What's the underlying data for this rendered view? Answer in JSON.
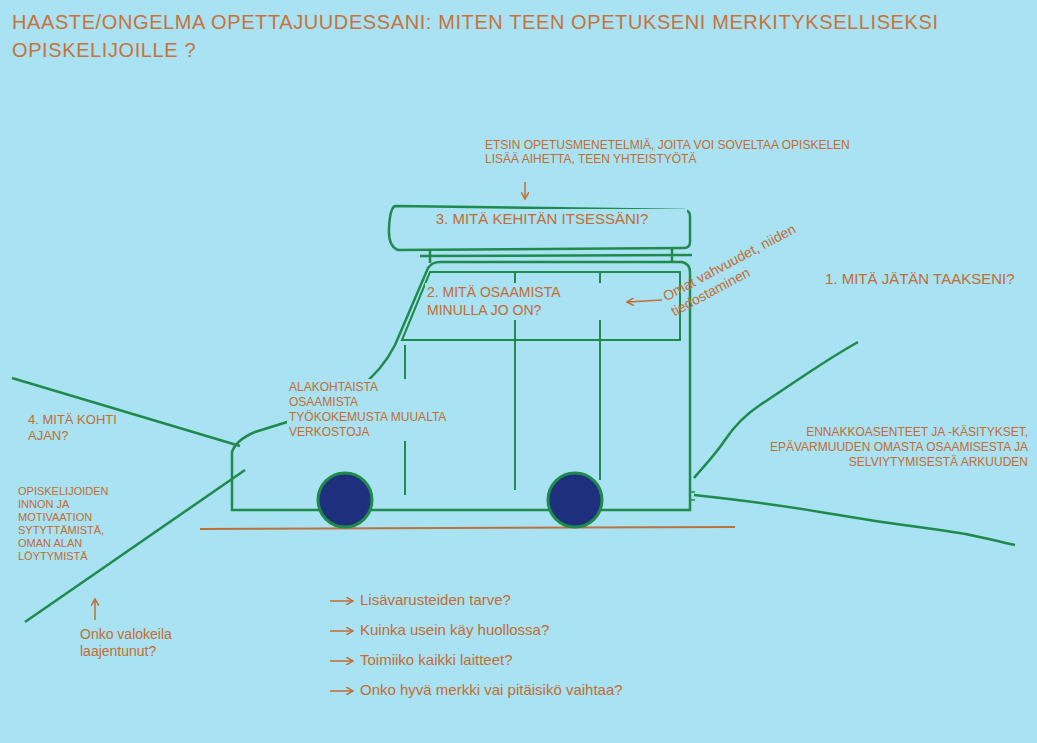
{
  "diagram": {
    "title": "HAASTE/ONGELMA OPETTAJUUDESSANI: MITEN TEEN OPETUKSENI MERKITYKSELLISEKSI OPISKELIJOILLE ?",
    "nodes": [
      {
        "text": [
          "3. MITÄ KEHITÄN ITSESSÄNI?"
        ]
      },
      {
        "text": [
          "2. MITÄ OSAAMISTA MINULLA JO ON?",
          "ALAKOHTAISTA OSAAMISTA TYÖKOKEMUSTA MUUALTA VERKOSTOJA"
        ]
      }
    ],
    "labels": [
      "ETSIN OPETUSMENETELMIÄ, JOITA VOI SOVELTAA OPISKELEN LISÄÄ AIHETTA, TEEN YHTEISTYÖTÄ",
      "Omat vahvuudet, niiden tiedostaminen",
      "1. MITÄ JÄTÄN TAAKSENI?",
      "ENNAKKOASENTEET JA -KÄSITYKSET, EPÄVARMUUDEN OMASTA OSAAMISESTA JA SELVIYTYMISESTÄ ARKUUDEN",
      "4. MITÄ KOHTI AJAN?",
      "OPISKELIJOIDEN INNON JA MOTIVAATION SYTYTTÄMISTÄ, OMAN ALAN LÖYTYMISTÄ",
      "Onko valokeila laajentunut?",
      "Lisävarusteiden tarve?",
      "Kuinka usein käy huollossa?",
      "Toimiiko kaikki laitteet?",
      "Onko hyvä merkki vai pitäisikö vaihtaa?"
    ]
  }
}
